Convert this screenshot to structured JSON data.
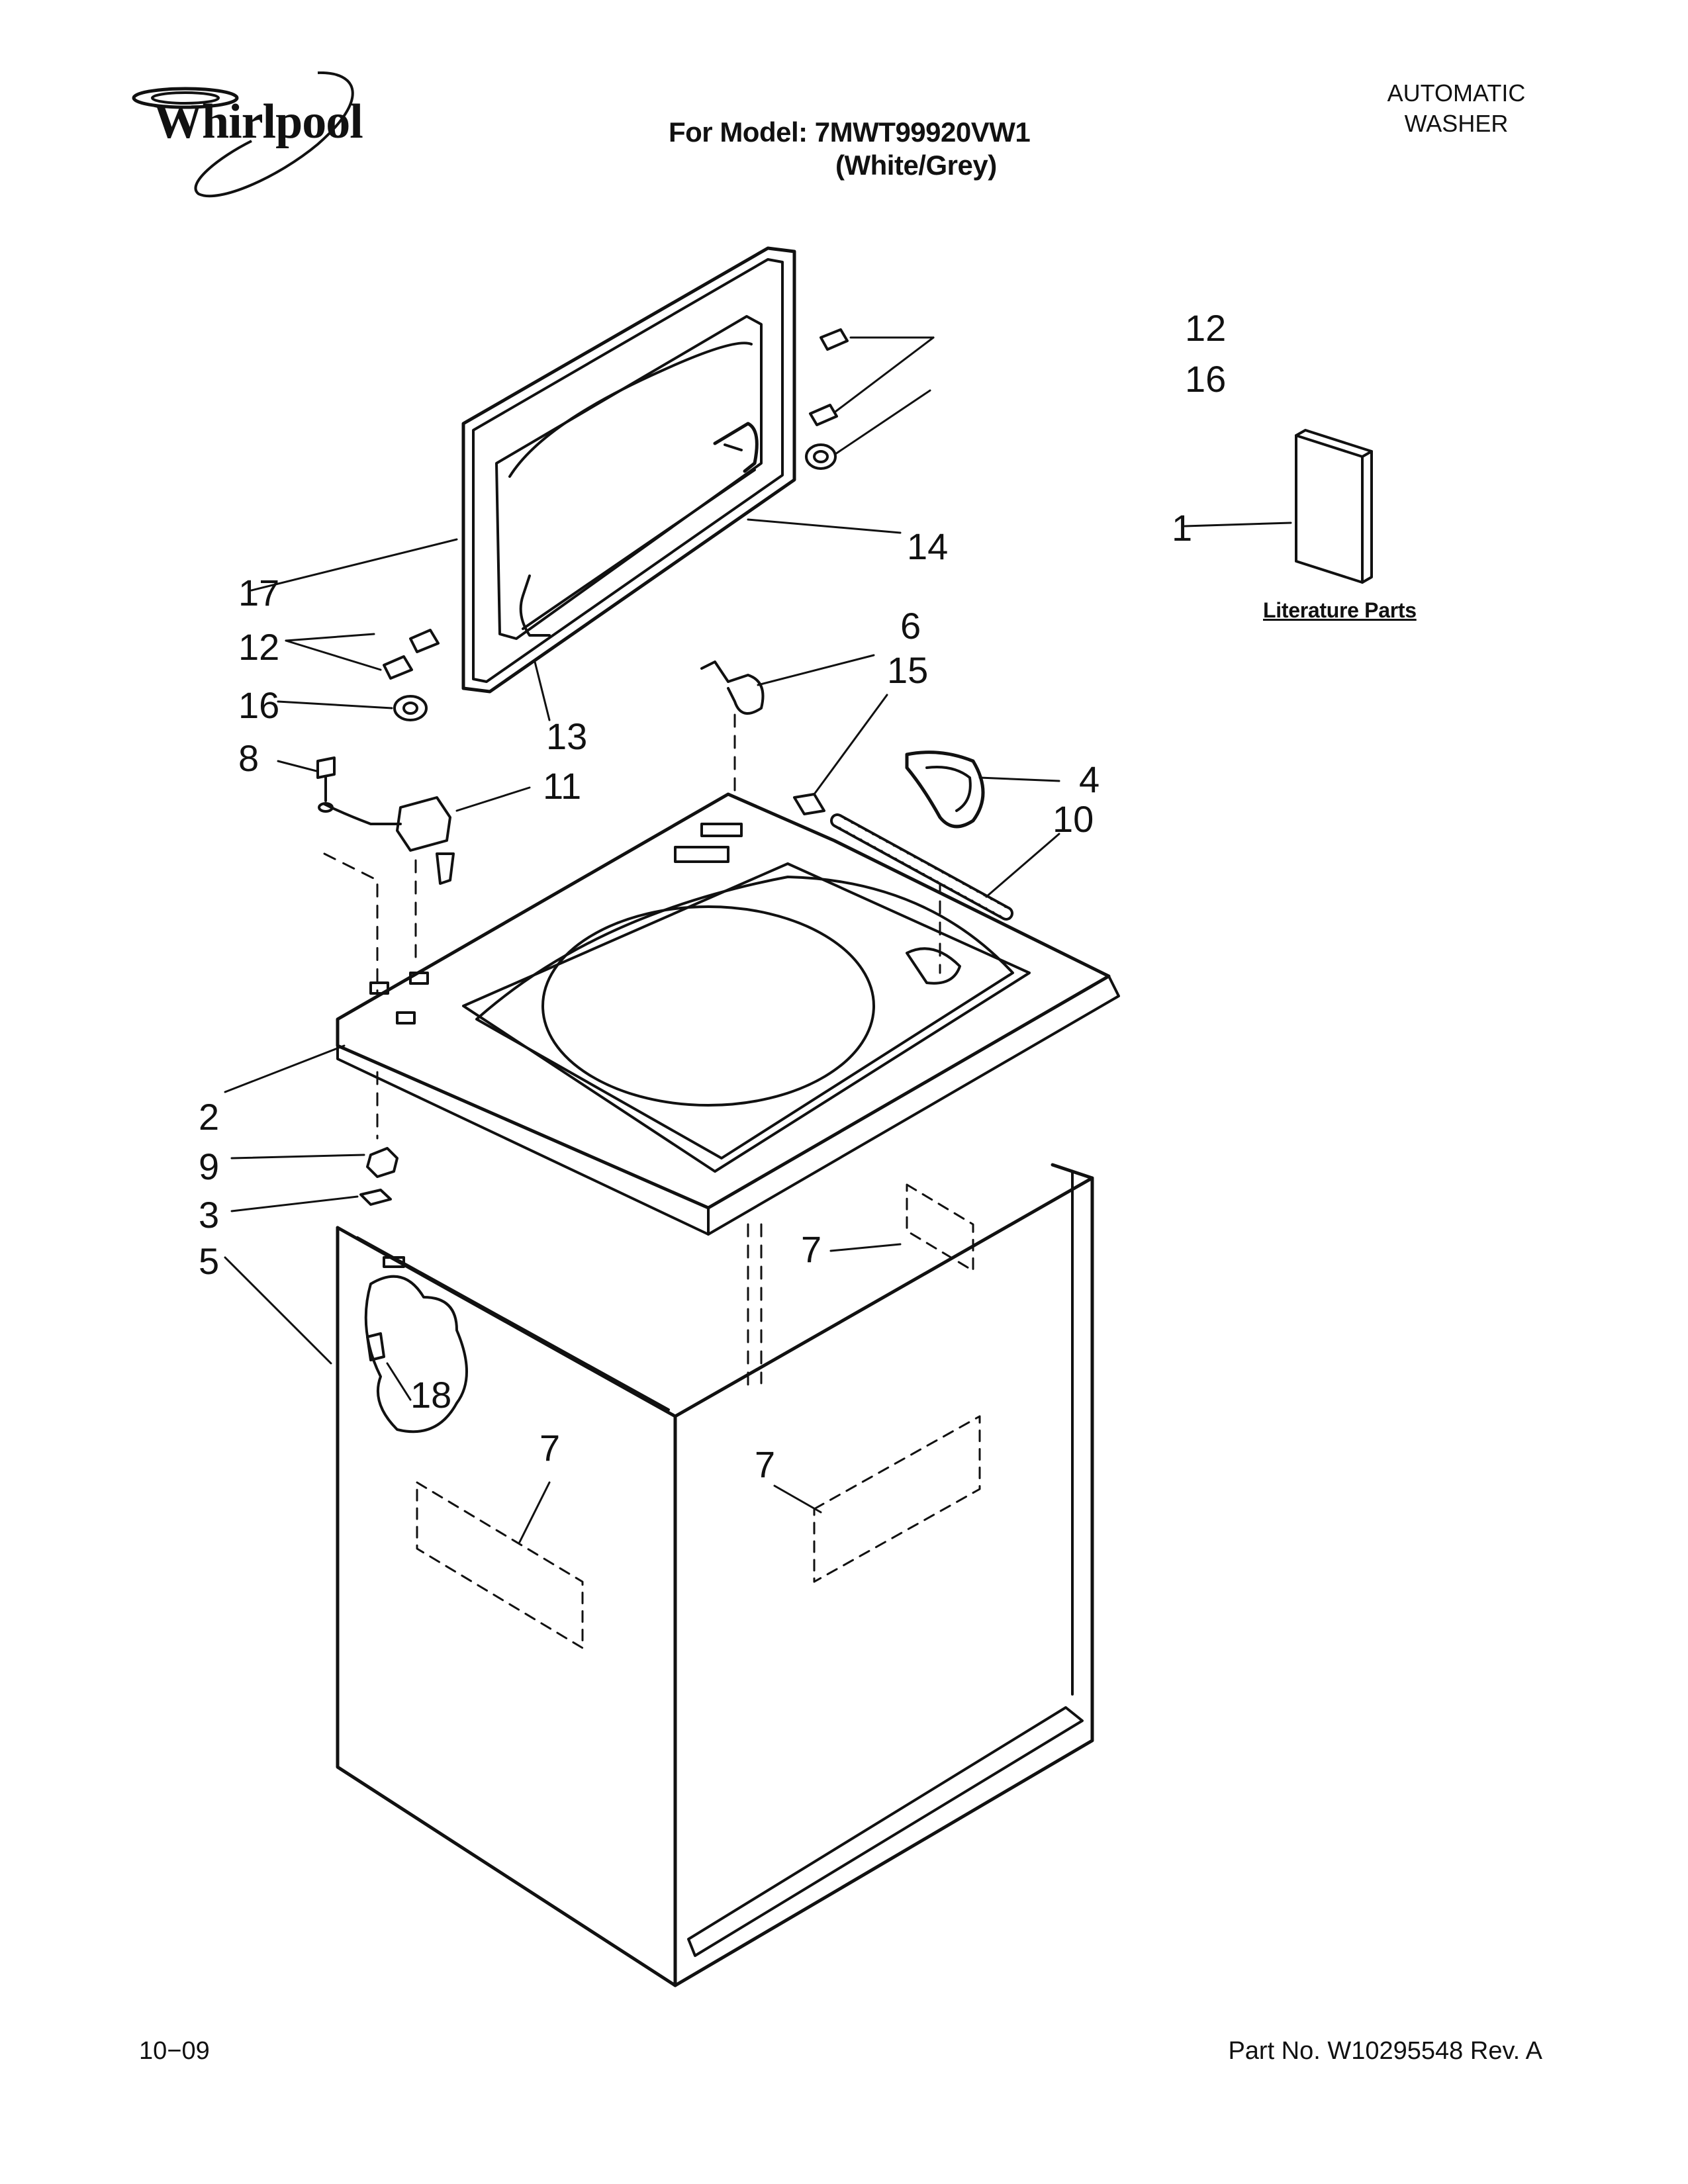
{
  "header": {
    "brand": "Whirlpool",
    "model_line": "For Model: 7MWT99920VW1",
    "model_color": "(White/Grey)",
    "doc_type_line1": "AUTOMATIC",
    "doc_type_line2": "WASHER"
  },
  "literature": {
    "label": "Literature Parts"
  },
  "callouts": {
    "c1": "1",
    "c2": "2",
    "c3": "3",
    "c4": "4",
    "c5": "5",
    "c6": "6",
    "c7a": "7",
    "c7b": "7",
    "c7c": "7",
    "c8": "8",
    "c9": "9",
    "c10": "10",
    "c11": "11",
    "c12a": "12",
    "c12b": "12",
    "c13": "13",
    "c14": "14",
    "c15": "15",
    "c16a": "16",
    "c16b": "16",
    "c17": "17",
    "c18": "18"
  },
  "footer": {
    "date": "10−09",
    "part_number": "Part No. W10295548 Rev. A"
  }
}
